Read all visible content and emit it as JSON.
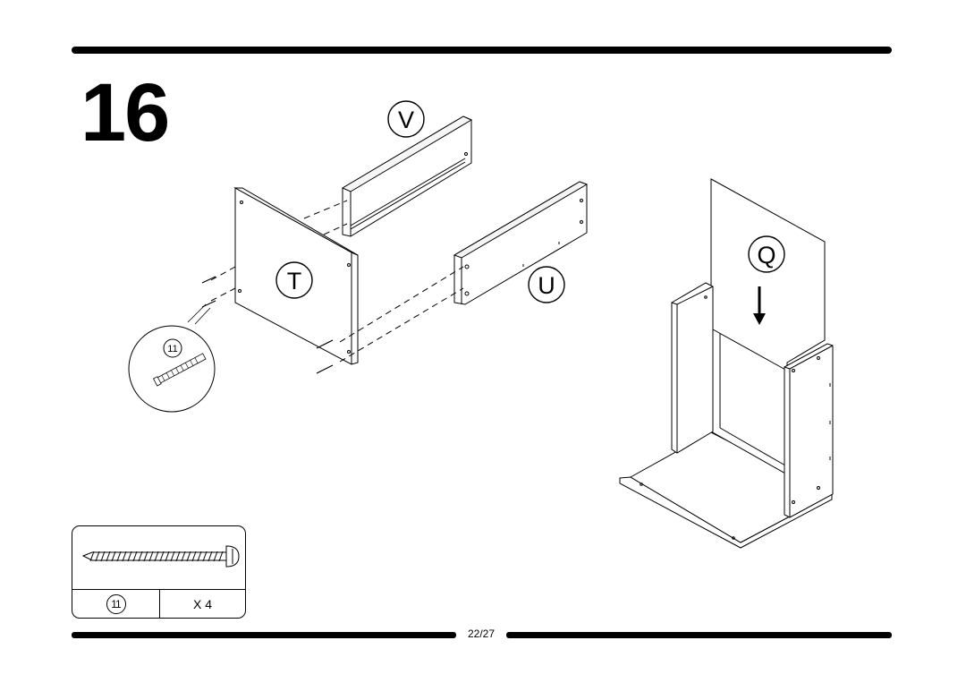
{
  "step": {
    "number": "16"
  },
  "parts": {
    "v": "V",
    "t": "T",
    "u": "U",
    "q": "Q"
  },
  "callout": {
    "hardware_id": "11"
  },
  "hardware_table": {
    "hardware_id": "11",
    "quantity": "X 4"
  },
  "footer": {
    "page": "22/27"
  }
}
